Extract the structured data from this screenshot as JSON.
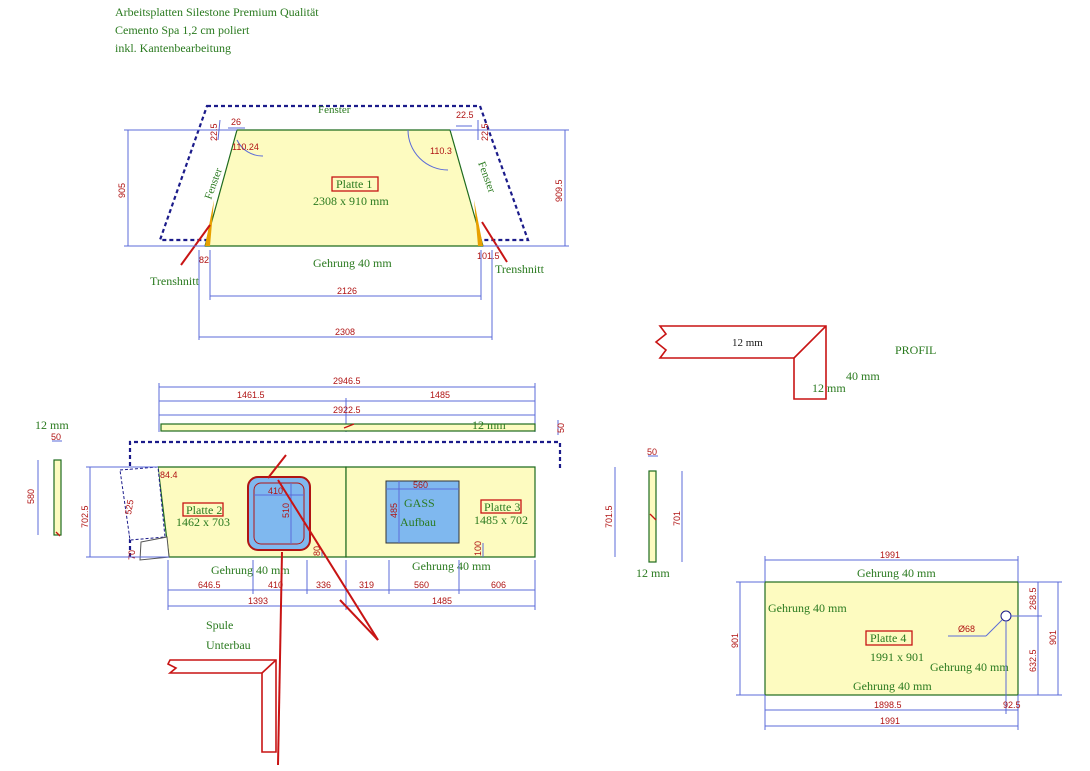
{
  "header": {
    "line1": "Arbeitsplatten Silestone Premium Qualität",
    "line2": "Cemento Spa 1,2 cm poliert",
    "line3": "inkl. Kantenbearbeitung"
  },
  "platte1": {
    "label": "Platte 1",
    "size": "2308 x 910 mm",
    "window_top": "Fenster",
    "window_left": "Fenster",
    "window_right": "Fenster",
    "edge": "Gehrung 40 mm",
    "cut_left": "Trenshnitt",
    "cut_right": "Trenshnitt",
    "dims": {
      "left_h": "905",
      "right_h": "909.5",
      "angle_l": "110.24",
      "angle_r": "110.3",
      "top_l1": "26",
      "top_l2": "22.5",
      "top_r1": "22.5",
      "top_r2": "22.5",
      "bot_l": "82",
      "bot_r": "101.5",
      "bottom_inner": "2126",
      "bottom_outer": "2308"
    }
  },
  "profil": {
    "label": "PROFIL",
    "thick_top": "12 mm",
    "height": "40 mm",
    "thick_side": "12 mm"
  },
  "long_strip": {
    "overall": "2946.5",
    "left": "1461.5",
    "right": "1485",
    "inner": "2922.5",
    "depth": "50",
    "thick": "12 mm"
  },
  "side_strip_left": {
    "thick": "12 mm",
    "depth": "50",
    "length": "580"
  },
  "side_strip_right": {
    "thick": "12 mm",
    "depth": "50",
    "length": "701",
    "outer": "701.5"
  },
  "platte2": {
    "label": "Platte 2",
    "size": "1462 x 703",
    "angle": "84.4",
    "edge": "Gehrung 40 mm",
    "left_h": "702.5",
    "diag": "525",
    "corner": "70",
    "sink_w": "410",
    "sink_d": "510",
    "gap": "80",
    "bottom_dims": [
      "646.5",
      "410",
      "336",
      "319"
    ],
    "bottom_total": "1393"
  },
  "platte3": {
    "label": "Platte 3",
    "size": "1485 x 702",
    "edge": "Gehrung 40 mm",
    "gas_label": "GASS",
    "gas_sub": "Aufbau",
    "gas_w": "560",
    "gas_d": "485",
    "gas_off": "100",
    "bottom_dims": [
      "560",
      "606"
    ],
    "bottom_total": "1485"
  },
  "sink_notes": {
    "line1": "Spule",
    "line2": "Unterbau"
  },
  "platte4": {
    "label": "Platte 4",
    "size": "1991 x 901",
    "edge_top": "Gehrung 40 mm",
    "edge_left": "Gehrung 40 mm",
    "edge_right": "Gehrung 40 mm",
    "edge_bottom": "Gehrung 40 mm",
    "hole": "Ø68",
    "top_dim": "1991",
    "left_h": "901",
    "right_h": "901",
    "r_top": "268.5",
    "r_bot": "632.5",
    "bot_a": "1898.5",
    "bot_b": "92.5",
    "bot_total": "1991"
  }
}
